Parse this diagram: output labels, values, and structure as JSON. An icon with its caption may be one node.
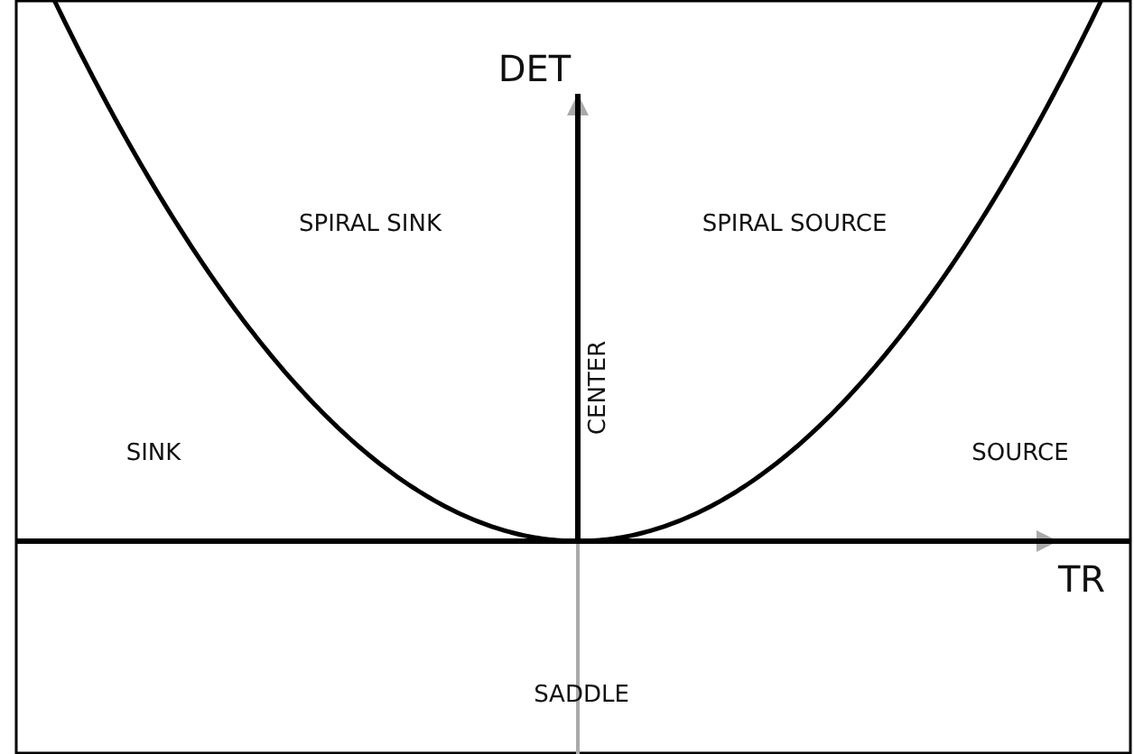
{
  "diagram": {
    "labels": [
      "DET",
      "SPIRAL SINK",
      "SPIRAL SOURCE",
      "CENTER",
      "SINK",
      "SOURCE",
      "TR",
      "SADDLE"
    ]
  }
}
